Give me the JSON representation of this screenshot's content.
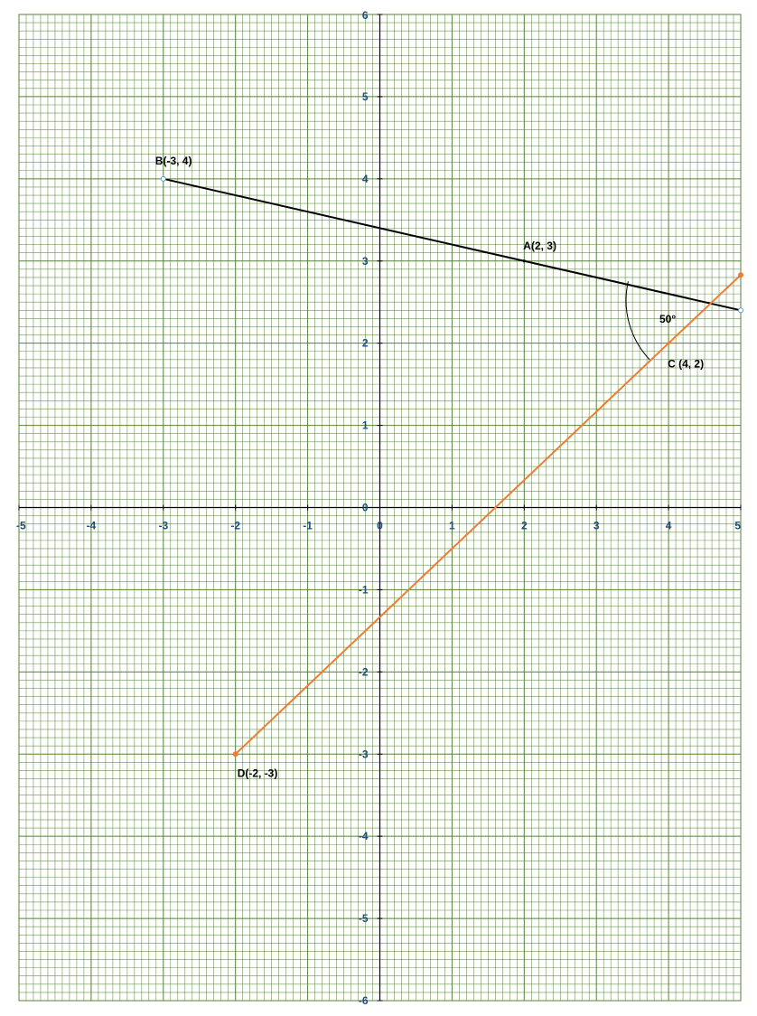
{
  "chart_data": {
    "type": "scatter",
    "title": "",
    "xlabel": "",
    "ylabel": "",
    "xlim": [
      -5,
      5
    ],
    "ylim": [
      -6,
      6
    ],
    "grid": true,
    "minor_grid_divisions": 10,
    "x_ticks": [
      "-5",
      "-4",
      "-3",
      "-2",
      "-1",
      "0",
      "1",
      "2",
      "3",
      "4",
      "5"
    ],
    "y_ticks": [
      "-6",
      "-5",
      "-4",
      "-3",
      "-2",
      "-1",
      "0",
      "1",
      "2",
      "3",
      "4",
      "5",
      "6"
    ],
    "series": [
      {
        "color": "#000000",
        "points": [
          [
            -3,
            4
          ],
          [
            2,
            3
          ],
          [
            5,
            2.4
          ]
        ]
      },
      {
        "color": "#ed7d31",
        "points": [
          [
            -2,
            -3
          ],
          [
            4,
            2
          ],
          [
            5,
            2.83
          ]
        ]
      }
    ],
    "points": [
      {
        "label": "B(-3, 4)",
        "x": -3,
        "y": 4
      },
      {
        "label": "A(2, 3)",
        "x": 2,
        "y": 3
      },
      {
        "label": "C (4, 2)",
        "x": 4,
        "y": 2
      },
      {
        "label": "D(-2, -3)",
        "x": -2,
        "y": -3
      }
    ],
    "angle_annotation": {
      "label": "50°",
      "vertex": [
        4.6,
        2.52
      ]
    },
    "colors": {
      "grid": "#548235",
      "axis": "#000000",
      "tick_text": "#1f4e79",
      "line_ab": "#000000",
      "line_cd": "#ed7d31"
    }
  }
}
